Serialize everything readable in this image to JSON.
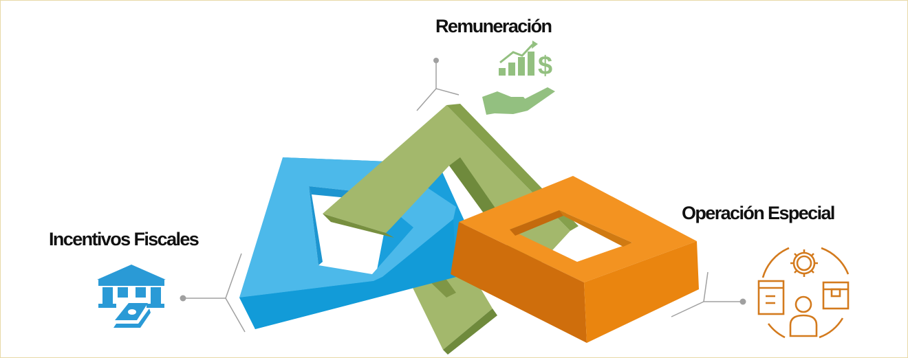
{
  "labels": {
    "remuneracion": "Remuneración",
    "incentivos": "Incentivos Fiscales",
    "operacion": "Operación Especial"
  },
  "icons": {
    "remuneracion": "hand-money-growth-icon",
    "incentivos": "bank-money-icon",
    "operacion": "person-gear-boxes-icon"
  },
  "colors": {
    "blue": "#4cb9ea",
    "green": "#a3b86c",
    "orange": "#f39321",
    "connector": "#9a9a9a"
  }
}
